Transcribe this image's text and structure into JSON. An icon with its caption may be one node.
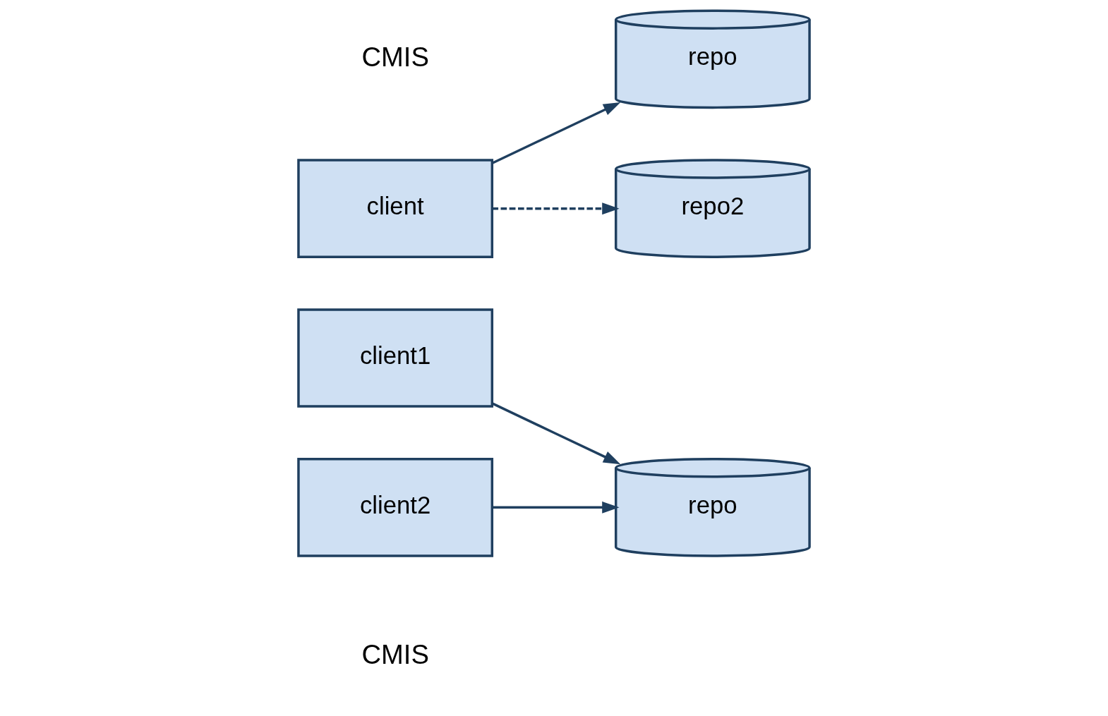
{
  "diagram": {
    "nodes": [
      {
        "text": [
          "client1"
        ]
      },
      {
        "text": [
          "client2"
        ]
      },
      {
        "text": [
          "repo"
        ]
      },
      {
        "text": [
          "client"
        ]
      },
      {
        "text": [
          "repo"
        ]
      },
      {
        "text": [
          "repo2"
        ]
      }
    ],
    "edges": [
      {
        "from": 0,
        "to": 2,
        "arrow": "to"
      },
      {
        "from": 1,
        "to": 2,
        "arrow": "to"
      },
      {
        "from": 3,
        "to": 4,
        "arrow": "to"
      },
      {
        "from": 3,
        "to": 5,
        "arrow": "to",
        "style": "dashed"
      }
    ],
    "labels": [
      "CMIS",
      "CMIS"
    ]
  }
}
